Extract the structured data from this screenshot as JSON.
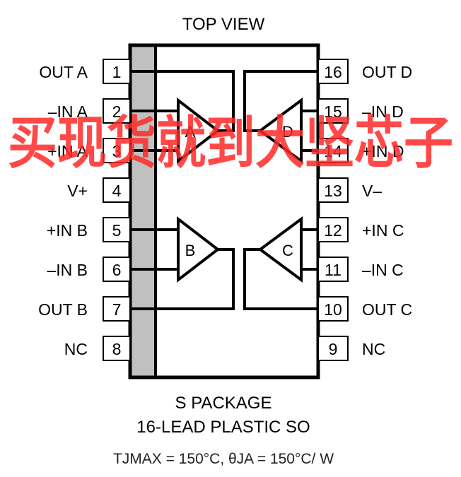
{
  "diagram": {
    "view_title": "TOP VIEW",
    "package_line1": "S PACKAGE",
    "package_line2": "16-LEAD PLASTIC SO",
    "thermal": "TJMAX = 150°C, θJA = 150°C/ W",
    "watermark": "买现货就到大坚芯子",
    "left_pins": [
      {
        "num": "1",
        "name": "OUT A"
      },
      {
        "num": "2",
        "name": "–IN A"
      },
      {
        "num": "3",
        "name": "+IN A"
      },
      {
        "num": "4",
        "name": "V+"
      },
      {
        "num": "5",
        "name": "+IN B"
      },
      {
        "num": "6",
        "name": "–IN B"
      },
      {
        "num": "7",
        "name": "OUT B"
      },
      {
        "num": "8",
        "name": "NC"
      }
    ],
    "right_pins": [
      {
        "num": "16",
        "name": "OUT D"
      },
      {
        "num": "15",
        "name": "–IN D"
      },
      {
        "num": "14",
        "name": "+IN D"
      },
      {
        "num": "13",
        "name": "V–"
      },
      {
        "num": "12",
        "name": "+IN C"
      },
      {
        "num": "11",
        "name": "–IN C"
      },
      {
        "num": "10",
        "name": "OUT C"
      },
      {
        "num": "9",
        "name": "NC"
      }
    ],
    "amplifiers": [
      "A",
      "B",
      "C",
      "D"
    ],
    "colors": {
      "ink": "#000000",
      "pin1_stripe": "#c0c0c0",
      "watermark": "#ff2a2a"
    }
  }
}
